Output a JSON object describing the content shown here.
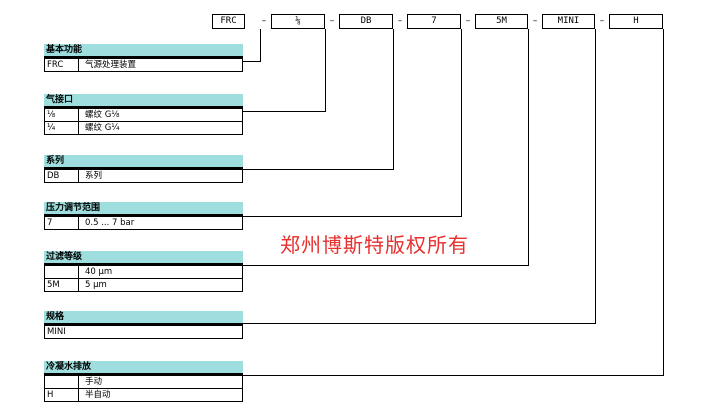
{
  "codes": [
    "FRC",
    "⅛",
    "DB",
    "7",
    "5M",
    "MINI",
    "H"
  ],
  "separator": "–",
  "sections": [
    {
      "title": "基本功能",
      "rows": [
        {
          "code": "FRC",
          "desc": "气源处理装置"
        }
      ]
    },
    {
      "title": "气接口",
      "rows": [
        {
          "code": "⅛",
          "desc": "螺纹 G⅛"
        },
        {
          "code": "¼",
          "desc": "螺纹 G¼"
        }
      ]
    },
    {
      "title": "系列",
      "rows": [
        {
          "code": "DB",
          "desc": "系列"
        }
      ]
    },
    {
      "title": "压力调节范围",
      "rows": [
        {
          "code": "7",
          "desc": "0.5 ... 7 bar"
        }
      ]
    },
    {
      "title": "过滤等级",
      "rows": [
        {
          "code": "",
          "desc": "40 μm"
        },
        {
          "code": "5M",
          "desc": "5 μm"
        }
      ]
    },
    {
      "title": "规格",
      "rows": [
        {
          "code": "MINI",
          "desc": ""
        }
      ]
    },
    {
      "title": "冷凝水排放",
      "rows": [
        {
          "code": "",
          "desc": "手动"
        },
        {
          "code": "H",
          "desc": "半自动"
        }
      ]
    }
  ],
  "watermark": "郑州博斯特版权所有"
}
